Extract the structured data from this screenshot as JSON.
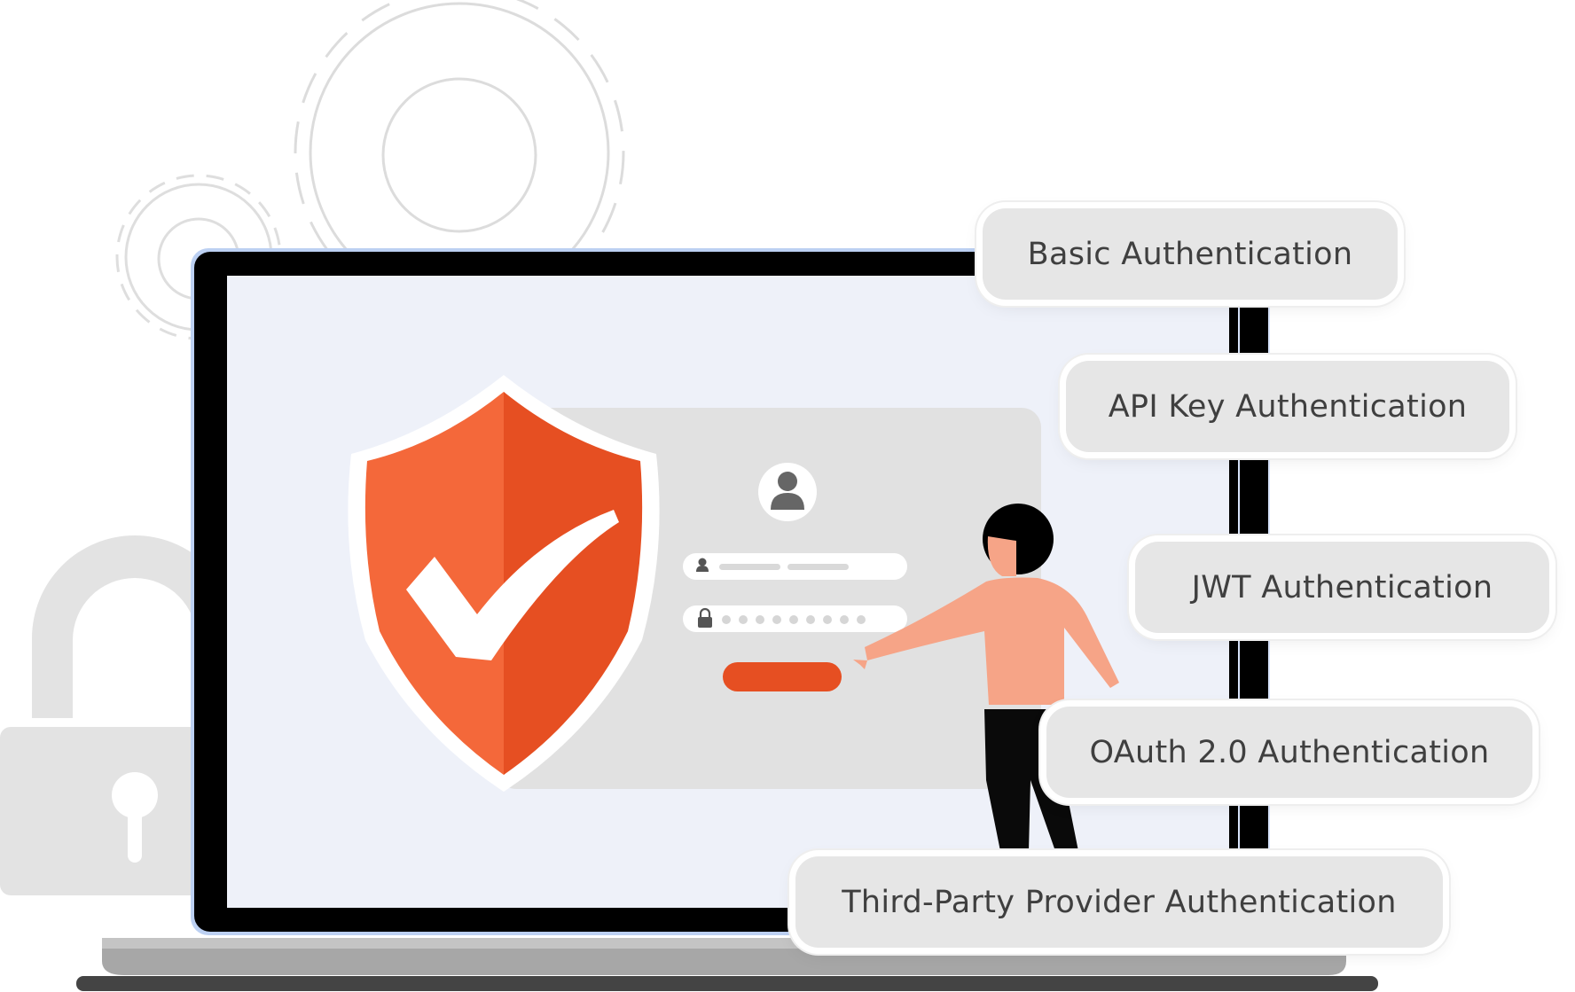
{
  "auth_methods": [
    {
      "label": "Basic Authentication"
    },
    {
      "label": "API Key Authentication"
    },
    {
      "label": "JWT Authentication"
    },
    {
      "label": "OAuth 2.0 Authentication"
    },
    {
      "label": "Third-Party Provider Authentication"
    }
  ],
  "login_form": {
    "username_field": "",
    "password_field": "",
    "submit_label": ""
  },
  "colors": {
    "accent_orange": "#f4683a",
    "accent_orange_dark": "#e64f22",
    "laptop_bezel": "#000000",
    "screen_background": "#eef1f9",
    "pill_background": "#e6e6e6",
    "pill_text": "#3f3f3f",
    "decor_gray": "#e2e2e2",
    "figure_shirt": "#f6a487",
    "figure_hair": "#000000"
  },
  "icons": {
    "shield": "shield-check-icon",
    "user": "user-avatar-icon",
    "padlock": "padlock-icon",
    "gear": "gear-icon"
  }
}
